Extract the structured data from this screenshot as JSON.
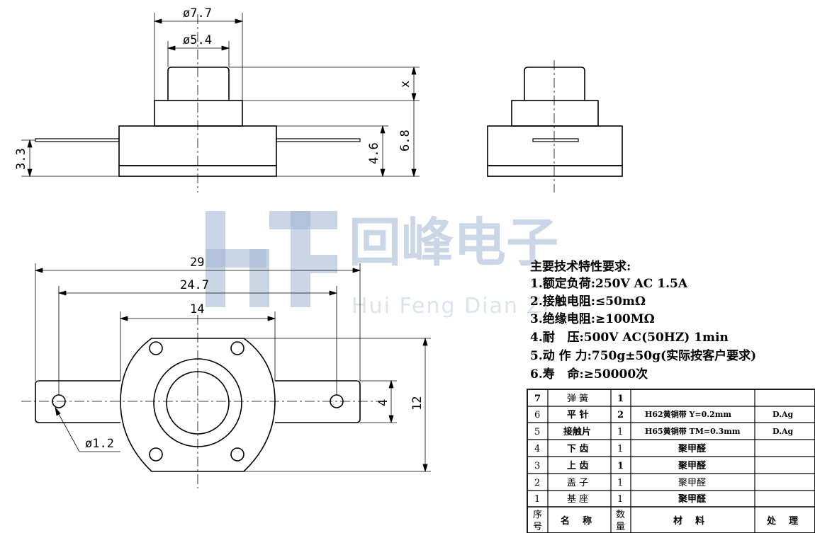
{
  "dimensions": {
    "top_view": {
      "outer_dia": "ø7.7",
      "inner_dia": "ø5.4",
      "stroke": "x",
      "total_height": "6.8",
      "body_height": "4.6",
      "pin_height": "3.3"
    },
    "plan_view": {
      "overall_length": "29",
      "pin_pitch": "24.7",
      "body_width": "14",
      "body_depth": "12",
      "tab_width": "4",
      "hole_dia": "ø1.2"
    }
  },
  "watermark": {
    "company": "回峰电子",
    "pinyin": "Hui Feng Dian Zi",
    "logo_color": "#9fb3d1"
  },
  "specs": {
    "title": "主要技术特性要求:",
    "items": [
      "1.额定负荷:250V AC 1.5A",
      "2.接触电阻:≤50mΩ",
      "3.绝缘电阻:≥100MΩ",
      "4.耐   压:500V AC(50HZ) 1min",
      "5.动 作 力:750g±50g(实际按客户要求)",
      "6.寿   命:≥50000次"
    ]
  },
  "bom": {
    "rows": [
      {
        "no": "7",
        "name": "弹 簧",
        "qty": "1",
        "material": "",
        "finish": ""
      },
      {
        "no": "6",
        "name": "平 针",
        "qty": "2",
        "material": "H62黄铜带 Y=0.2mm",
        "finish": "D.Ag"
      },
      {
        "no": "5",
        "name": "接触片",
        "qty": "1",
        "material": "H65黄铜带 TM=0.3mm",
        "finish": "D.Ag"
      },
      {
        "no": "4",
        "name": "下 齿",
        "qty": "1",
        "material": "聚甲醛",
        "finish": ""
      },
      {
        "no": "3",
        "name": "上 齿",
        "qty": "1",
        "material": "聚甲醛",
        "finish": ""
      },
      {
        "no": "2",
        "name": "盖 子",
        "qty": "1",
        "material": "聚甲醛",
        "finish": ""
      },
      {
        "no": "1",
        "name": "基 座",
        "qty": "1",
        "material": "聚甲醛",
        "finish": ""
      }
    ],
    "header": {
      "no_top": "序",
      "no_bottom": "号",
      "name": "名    称",
      "qty_top": "数",
      "qty_bottom": "量",
      "material": "材    料",
      "finish": "处    理"
    }
  }
}
